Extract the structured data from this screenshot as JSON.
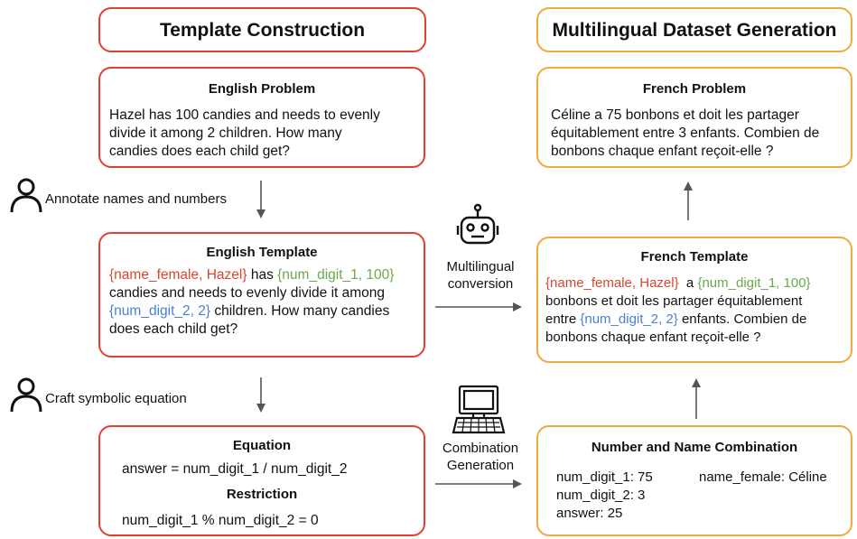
{
  "left": {
    "header": "Template Construction",
    "english_problem": {
      "title": "English Problem",
      "line1": "Hazel has 100 candies and needs to evenly",
      "line2": "divide it among 2 children. How many",
      "line3": "candies does each child get?"
    },
    "annotate_label": "Annotate names and numbers",
    "english_template": {
      "title": "English Template",
      "name_tag": "{name_female, Hazel}",
      "has": " has ",
      "num1_tag": "{num_digit_1, 100}",
      "line2": "candies and needs to evenly divide it among",
      "num2_tag": "{num_digit_2, 2}",
      "line3_rest": " children. How many candies",
      "line4": "does each child get?"
    },
    "craft_label": "Craft symbolic equation",
    "equation": {
      "title": "Equation",
      "formula": "answer = num_digit_1 /  num_digit_2",
      "restriction_title": "Restriction",
      "restriction": "num_digit_1 %  num_digit_2 = 0"
    }
  },
  "middle": {
    "multilingual_line1": "Multilingual",
    "multilingual_line2": "conversion",
    "combination_line1": "Combination",
    "combination_line2": "Generation"
  },
  "right": {
    "header": "Multilingual Dataset Generation",
    "french_problem": {
      "title": "French Problem",
      "line1": "Céline a 75 bonbons et doit les partager",
      "line2": "équitablement entre 3 enfants. Combien de",
      "line3": "bonbons chaque enfant reçoit-elle ?"
    },
    "french_template": {
      "title": "French Template",
      "name_tag": "{name_female, Hazel}",
      "a": "  a ",
      "num1_tag": "{num_digit_1, 100}",
      "line2": "bonbons et doit les partager équitablement",
      "entre": "entre ",
      "num2_tag": "{num_digit_2, 2}",
      "line3_rest": " enfants. Combien de",
      "line4": "bonbons chaque enfant reçoit-elle ?"
    },
    "combination": {
      "title": "Number and Name Combination",
      "num1": "num_digit_1: 75",
      "num2": "num_digit_2: 3",
      "answer": "answer: 25",
      "name": "name_female: Céline"
    }
  },
  "icons": [
    "person-icon",
    "robot-icon",
    "computer-icon"
  ],
  "colors": {
    "red_border": "#e2402f",
    "orange_border": "#f0a93e",
    "name_tag": "#d9472e",
    "num1_tag": "#6aa84f",
    "num2_tag": "#4a7fd3"
  }
}
